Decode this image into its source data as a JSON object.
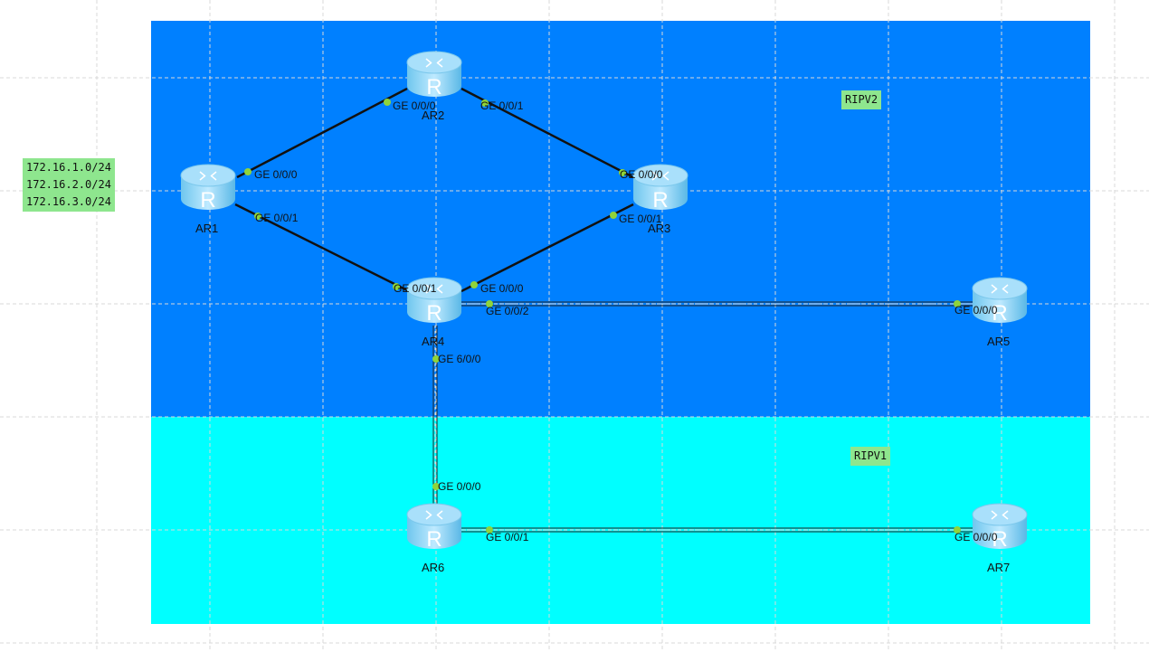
{
  "areas": {
    "rip2": {
      "label": "RIPV2",
      "color": "#0080ff"
    },
    "rip1": {
      "label": "RIPV1",
      "color": "#00ffff"
    }
  },
  "networks_note": [
    "172.16.1.0/24",
    "172.16.2.0/24",
    "172.16.3.0/24"
  ],
  "routers": [
    {
      "name": "AR1"
    },
    {
      "name": "AR2"
    },
    {
      "name": "AR3"
    },
    {
      "name": "AR4"
    },
    {
      "name": "AR5"
    },
    {
      "name": "AR6"
    },
    {
      "name": "AR7"
    }
  ],
  "ports": {
    "ar1_a": "GE 0/0/0",
    "ar1_b": "GE 0/0/1",
    "ar2_a": "GE 0/0/0",
    "ar2_b": "GE 0/0/1",
    "ar3_a": "GE 0/0/0",
    "ar3_b": "GE 0/0/1",
    "ar4_a": "GE 0/0/1",
    "ar4_b": "GE 0/0/0",
    "ar4_c": "GE 0/0/2",
    "ar4_d": "GE 6/0/0",
    "ar5_a": "GE 0/0/0",
    "ar6_a": "GE 0/0/0",
    "ar6_b": "GE 0/0/1",
    "ar7_a": "GE 0/0/0"
  }
}
